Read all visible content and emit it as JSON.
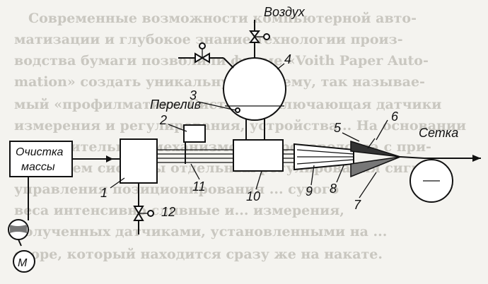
{
  "labels": {
    "air": "Воздух",
    "overflow": "Перелив",
    "mesh": "Сетка",
    "mass_cleaning_line1": "Очистка",
    "mass_cleaning_line2": "массы",
    "motor": "М"
  },
  "numbers": [
    "1",
    "2",
    "3",
    "4",
    "5",
    "6",
    "7",
    "8",
    "9",
    "10",
    "11",
    "12"
  ],
  "background_text": [
    "Современные возможности компьютерной авто-",
    "матизации и глубокое знание технологии произ-",
    "водства бумаги позволили фирме «Voith Paper Auto-",
    "mation» создать уникальную систему, так называе-",
    "мый «профилматик». Система, включающая датчики",
    "измерения и регулирования, устройства... На основании",
    "исполнительных механизмов ... производства с при-",
    "менением системы отдельных регулирования сигнала",
    "управления позиционирования ... сухого",
    "веса интенсивно сливные и... измерения,",
    "полученных датчиками, установленными на ... ",
    "сторе, который находится сразу же на накате."
  ]
}
